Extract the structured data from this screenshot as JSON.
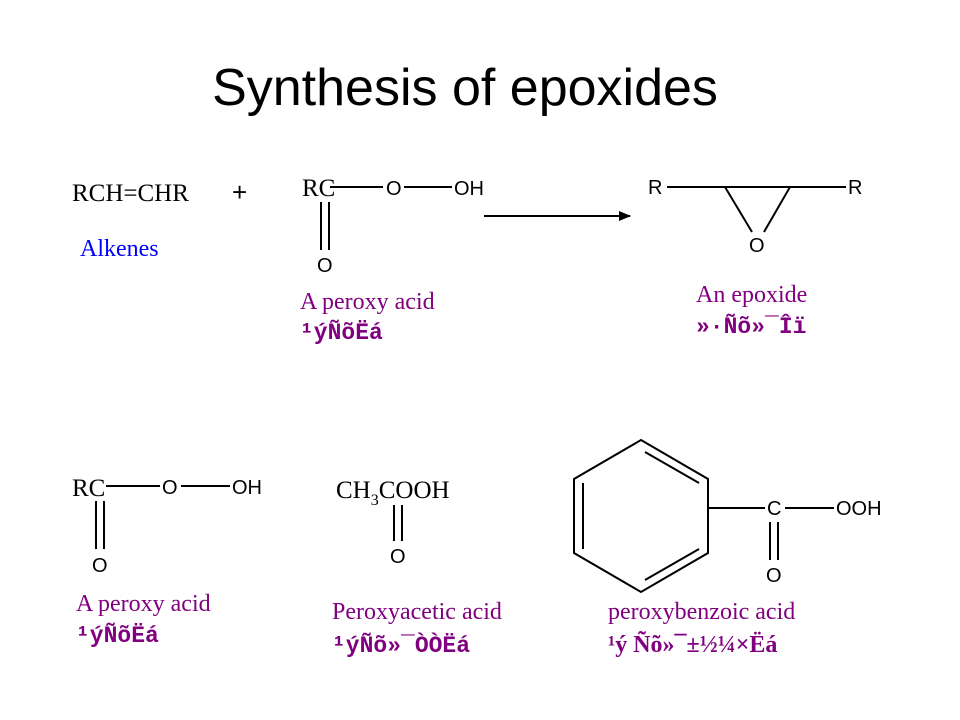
{
  "slide": {
    "title": "Synthesis of epoxides"
  },
  "reaction": {
    "alkene_formula": "RCH=CHR",
    "plus": "+",
    "alkene_label": "Alkenes",
    "peroxy_rc": "RC",
    "peroxy_o": "O",
    "peroxy_oh": "OH",
    "peroxy_carbonyl_o": "O",
    "peroxy_label": "A  peroxy acid",
    "peroxy_label_cn": "¹ýÑõËá",
    "epoxide_r_left": "R",
    "epoxide_r_right": "R",
    "epoxide_o": "O",
    "epoxide_label": "An epoxide",
    "epoxide_label_cn": "»·Ñõ»¯Îï"
  },
  "examples": {
    "generic_rc": "RC",
    "generic_o": "O",
    "generic_oh": "OH",
    "generic_carbonyl_o": "O",
    "generic_label": "A  peroxy acid",
    "generic_label_cn": "¹ýÑõËá",
    "acetic_ch": "CH",
    "acetic_sub": "3",
    "acetic_cooh": "COOH",
    "acetic_carbonyl_o": "O",
    "acetic_label": "Peroxyacetic acid",
    "acetic_label_cn": "¹ýÑõ»¯ÒÒËá",
    "benzoic_c": "C",
    "benzoic_ooh": "OOH",
    "benzoic_carbonyl_o": "O",
    "benzoic_label": "peroxybenzoic acid",
    "benzoic_label_cn": "¹ý Ñõ»¯±½¼×Ëá"
  },
  "colors": {
    "text": "#000000",
    "alkene_label": "#0000ff",
    "compound_label": "#800080",
    "cn_label": "#800080"
  }
}
